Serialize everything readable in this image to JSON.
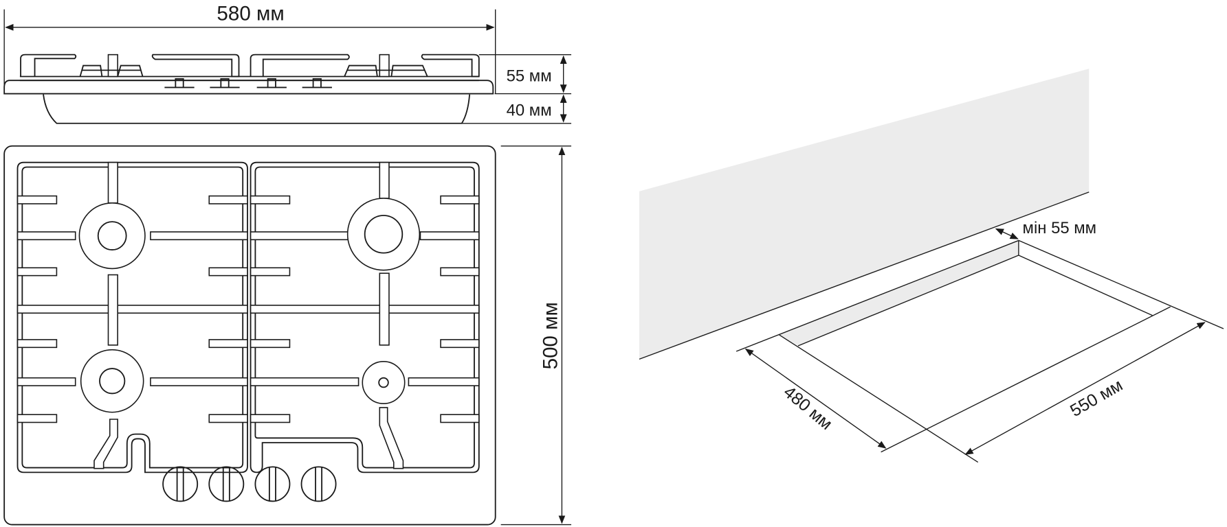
{
  "side_view": {
    "width_label": "580 мм",
    "height_top_label": "55 мм",
    "height_bottom_label": "40 мм"
  },
  "top_view": {
    "depth_label": "500 мм",
    "burner_count": 4,
    "knob_count": 4
  },
  "cutout_view": {
    "min_gap_label": "мін 55 мм",
    "depth_label": "480 мм",
    "width_label": "550 мм",
    "wall_color": "#ececec"
  }
}
